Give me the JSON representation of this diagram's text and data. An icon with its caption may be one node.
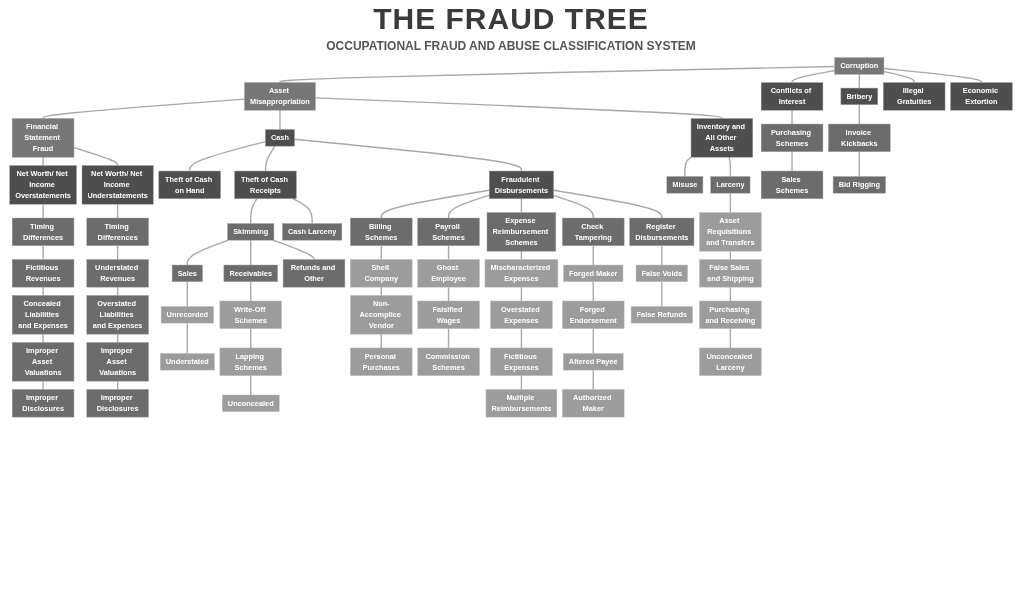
{
  "diagram": {
    "title": "THE FRAUD TREE",
    "nodes": [
      {
        "text": [
          "Corruption"
        ]
      },
      {
        "text": [
          "Asset Misappropriation"
        ]
      },
      {
        "text": [
          "Financial Statement Fraud"
        ]
      },
      {
        "text": [
          "Conflicts of Interest"
        ]
      },
      {
        "text": [
          "Bribery"
        ]
      },
      {
        "text": [
          "Illegal Gratuities"
        ]
      },
      {
        "text": [
          "Economic Extortion"
        ]
      },
      {
        "text": [
          "Purchasing Schemes"
        ]
      },
      {
        "text": [
          "Sales Schemes"
        ]
      },
      {
        "text": [
          "Invoice Kickbacks"
        ]
      },
      {
        "text": [
          "Bid Rigging"
        ]
      },
      {
        "text": [
          "Net Worth/ Net Income Overstatements"
        ]
      },
      {
        "text": [
          "Net Worth/ Net Income Understatements"
        ]
      },
      {
        "text": [
          "Timing Differences"
        ]
      },
      {
        "text": [
          "Fictitious Revenues"
        ]
      },
      {
        "text": [
          "Concealed Liabilities and Expenses"
        ]
      },
      {
        "text": [
          "Improper Asset Valuations"
        ]
      },
      {
        "text": [
          "Improper Disclosures"
        ]
      },
      {
        "text": [
          "Timing Differences"
        ]
      },
      {
        "text": [
          "Understated Revenues"
        ]
      },
      {
        "text": [
          "Overstated Liabilities and Expenses"
        ]
      },
      {
        "text": [
          "Improper Asset Valuations"
        ]
      },
      {
        "text": [
          "Improper Disclosures"
        ]
      },
      {
        "text": [
          "Cash"
        ]
      },
      {
        "text": [
          "Inventory and All Other Assets"
        ]
      },
      {
        "text": [
          "Theft of Cash on Hand"
        ]
      },
      {
        "text": [
          "Theft of Cash Receipts"
        ]
      },
      {
        "text": [
          "Fraudulent Disbursements"
        ]
      },
      {
        "text": [
          "Misuse"
        ]
      },
      {
        "text": [
          "Larceny"
        ]
      },
      {
        "text": [
          "Skimming"
        ]
      },
      {
        "text": [
          "Cash Larceny"
        ]
      },
      {
        "text": [
          "Billing Schemes"
        ]
      },
      {
        "text": [
          "Payroll Schemes"
        ]
      },
      {
        "text": [
          "Expense Reimbursement Schemes"
        ]
      },
      {
        "text": [
          "Check Tampering"
        ]
      },
      {
        "text": [
          "Register Disbursements"
        ]
      },
      {
        "text": [
          "Asset Requisitions and Transfers"
        ]
      },
      {
        "text": [
          "False Sales and Shipping"
        ]
      },
      {
        "text": [
          "Purchasing and Receiving"
        ]
      },
      {
        "text": [
          "Unconcealed Larceny"
        ]
      },
      {
        "text": [
          "Sales"
        ]
      },
      {
        "text": [
          "Receivables"
        ]
      },
      {
        "text": [
          "Refunds and Other"
        ]
      },
      {
        "text": [
          "Shell Company"
        ]
      },
      {
        "text": [
          "Non-Accomplice Vendor"
        ]
      },
      {
        "text": [
          "Personal Purchases"
        ]
      },
      {
        "text": [
          "Ghost Employee"
        ]
      },
      {
        "text": [
          "Falsified Wages"
        ]
      },
      {
        "text": [
          "Commission Schemes"
        ]
      },
      {
        "text": [
          "Mischaracterized Expenses"
        ]
      },
      {
        "text": [
          "Overstated Expenses"
        ]
      },
      {
        "text": [
          "Fictitious Expenses"
        ]
      },
      {
        "text": [
          "Multiple Reimbursements"
        ]
      },
      {
        "text": [
          "Forged Maker"
        ]
      },
      {
        "text": [
          "Forged Endorsement"
        ]
      },
      {
        "text": [
          "Altered Payee"
        ]
      },
      {
        "text": [
          "Authorized Maker"
        ]
      },
      {
        "text": [
          "False Voids"
        ]
      },
      {
        "text": [
          "False Refunds"
        ]
      },
      {
        "text": [
          "Unrecorded"
        ]
      },
      {
        "text": [
          "Write-Off Schemes"
        ]
      },
      {
        "text": [
          "Understated"
        ]
      },
      {
        "text": [
          "Lapping Schemes"
        ]
      },
      {
        "text": [
          "Unconcealed"
        ]
      }
    ],
    "edges": [
      {
        "from": 0,
        "to": 1,
        "arrow": "none"
      },
      {
        "from": 1,
        "to": 2,
        "arrow": "none"
      },
      {
        "from": 0,
        "to": 3,
        "arrow": "none"
      },
      {
        "from": 0,
        "to": 4,
        "arrow": "none"
      },
      {
        "from": 0,
        "to": 5,
        "arrow": "none"
      },
      {
        "from": 0,
        "to": 6,
        "arrow": "none"
      },
      {
        "from": 3,
        "to": 7,
        "arrow": "none"
      },
      {
        "from": 7,
        "to": 8,
        "arrow": "none"
      },
      {
        "from": 4,
        "to": 9,
        "arrow": "none"
      },
      {
        "from": 9,
        "to": 10,
        "arrow": "none"
      },
      {
        "from": 2,
        "to": 11,
        "arrow": "none"
      },
      {
        "from": 2,
        "to": 12,
        "arrow": "none"
      },
      {
        "from": 11,
        "to": 13,
        "arrow": "none"
      },
      {
        "from": 13,
        "to": 14,
        "arrow": "none"
      },
      {
        "from": 14,
        "to": 15,
        "arrow": "none"
      },
      {
        "from": 15,
        "to": 16,
        "arrow": "none"
      },
      {
        "from": 16,
        "to": 17,
        "arrow": "none"
      },
      {
        "from": 12,
        "to": 18,
        "arrow": "none"
      },
      {
        "from": 18,
        "to": 19,
        "arrow": "none"
      },
      {
        "from": 19,
        "to": 20,
        "arrow": "none"
      },
      {
        "from": 20,
        "to": 21,
        "arrow": "none"
      },
      {
        "from": 21,
        "to": 22,
        "arrow": "none"
      },
      {
        "from": 1,
        "to": 23,
        "arrow": "none"
      },
      {
        "from": 1,
        "to": 24,
        "arrow": "none"
      },
      {
        "from": 23,
        "to": 25,
        "arrow": "none"
      },
      {
        "from": 23,
        "to": 26,
        "arrow": "none"
      },
      {
        "from": 23,
        "to": 27,
        "arrow": "none"
      },
      {
        "from": 24,
        "to": 28,
        "arrow": "none"
      },
      {
        "from": 24,
        "to": 29,
        "arrow": "none"
      },
      {
        "from": 26,
        "to": 30,
        "arrow": "none"
      },
      {
        "from": 26,
        "to": 31,
        "arrow": "none"
      },
      {
        "from": 27,
        "to": 32,
        "arrow": "none"
      },
      {
        "from": 27,
        "to": 33,
        "arrow": "none"
      },
      {
        "from": 27,
        "to": 34,
        "arrow": "none"
      },
      {
        "from": 27,
        "to": 35,
        "arrow": "none"
      },
      {
        "from": 27,
        "to": 36,
        "arrow": "none"
      },
      {
        "from": 29,
        "to": 37,
        "arrow": "none"
      },
      {
        "from": 37,
        "to": 38,
        "arrow": "none"
      },
      {
        "from": 38,
        "to": 39,
        "arrow": "none"
      },
      {
        "from": 39,
        "to": 40,
        "arrow": "none"
      },
      {
        "from": 30,
        "to": 41,
        "arrow": "none"
      },
      {
        "from": 30,
        "to": 42,
        "arrow": "none"
      },
      {
        "from": 30,
        "to": 43,
        "arrow": "none"
      },
      {
        "from": 32,
        "to": 44,
        "arrow": "none"
      },
      {
        "from": 44,
        "to": 45,
        "arrow": "none"
      },
      {
        "from": 45,
        "to": 46,
        "arrow": "none"
      },
      {
        "from": 33,
        "to": 47,
        "arrow": "none"
      },
      {
        "from": 47,
        "to": 48,
        "arrow": "none"
      },
      {
        "from": 48,
        "to": 49,
        "arrow": "none"
      },
      {
        "from": 34,
        "to": 50,
        "arrow": "none"
      },
      {
        "from": 50,
        "to": 51,
        "arrow": "none"
      },
      {
        "from": 51,
        "to": 52,
        "arrow": "none"
      },
      {
        "from": 52,
        "to": 53,
        "arrow": "none"
      },
      {
        "from": 35,
        "to": 54,
        "arrow": "none"
      },
      {
        "from": 54,
        "to": 55,
        "arrow": "none"
      },
      {
        "from": 55,
        "to": 56,
        "arrow": "none"
      },
      {
        "from": 56,
        "to": 57,
        "arrow": "none"
      },
      {
        "from": 36,
        "to": 58,
        "arrow": "none"
      },
      {
        "from": 58,
        "to": 59,
        "arrow": "none"
      },
      {
        "from": 41,
        "to": 60,
        "arrow": "none"
      },
      {
        "from": 60,
        "to": 62,
        "arrow": "none"
      },
      {
        "from": 42,
        "to": 61,
        "arrow": "none"
      },
      {
        "from": 61,
        "to": 63,
        "arrow": "none"
      },
      {
        "from": 63,
        "to": 64,
        "arrow": "none"
      }
    ],
    "labels": [
      "OCCUPATIONAL FRAUD AND ABUSE CLASSIFICATION SYSTEM"
    ]
  }
}
